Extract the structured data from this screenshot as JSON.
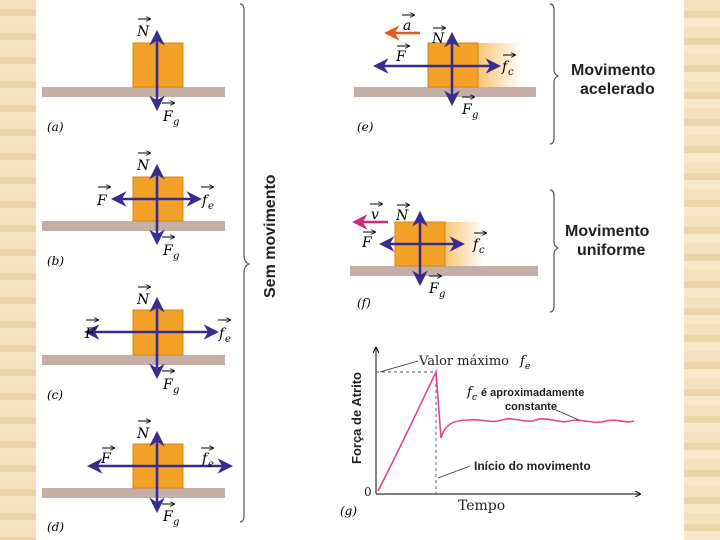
{
  "panels": {
    "a": "(a)",
    "b": "(b)",
    "c": "(c)",
    "d": "(d)",
    "e": "(e)",
    "f": "(f)",
    "g": "(g)"
  },
  "vectors": {
    "N": "N",
    "F": "F",
    "g_sub": "g",
    "e_sub": "e",
    "c_sub": "c",
    "f_letter": "f",
    "a": "a",
    "v": "v"
  },
  "labels": {
    "sem_movimento": "Sem movimento",
    "movimento_acelerado_1": "Movimento",
    "movimento_acelerado_2": "acelerado",
    "movimento_uniforme_1": "Movimento",
    "movimento_uniforme_2": "uniforme"
  },
  "graph": {
    "ylabel": "Força de Atrito",
    "xlabel": "Tempo",
    "origin": "0",
    "valor_maximo": "Valor máximo",
    "fc_line1": "é aproximadamente",
    "fc_line2": "constante",
    "inicio": "Início do movimento"
  },
  "colors": {
    "block": "#f3a127",
    "ground": "#c4aea5",
    "force_arrow": "#3a2c8c",
    "accel_arrow": "#e35b1c",
    "velocity_arrow": "#cc2b7a",
    "friction_curve": "#e0458f",
    "page_background": "#f1dfb7"
  }
}
